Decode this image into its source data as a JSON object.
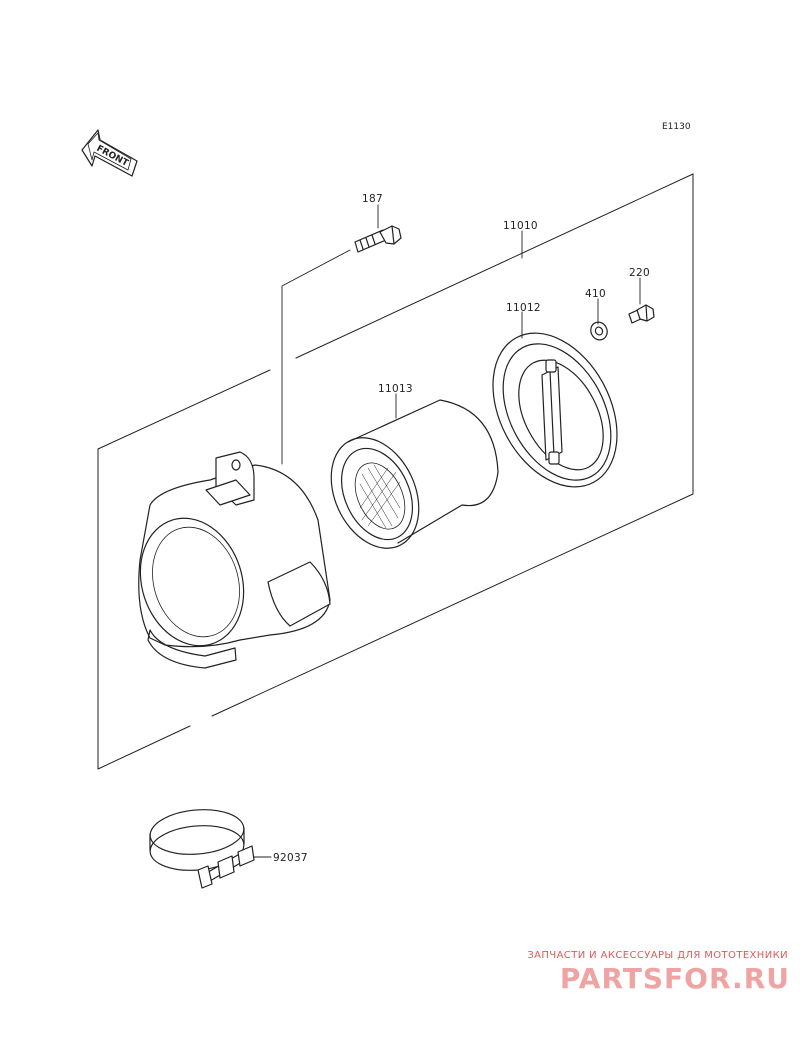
{
  "diagram_code": "E1130",
  "front_label": "FRONT",
  "parts": [
    {
      "id": "p187",
      "number": "187"
    },
    {
      "id": "p11010",
      "number": "11010"
    },
    {
      "id": "p11012",
      "number": "11012"
    },
    {
      "id": "p11013",
      "number": "11013"
    },
    {
      "id": "p410",
      "number": "410"
    },
    {
      "id": "p220",
      "number": "220"
    },
    {
      "id": "p92037",
      "number": "92037"
    }
  ],
  "watermark": {
    "tagline": "ЗАПЧАСТИ И АКСЕССУАРЫ ДЛЯ МОТОТЕХНИКИ",
    "logo": "PARTSFOR.RU"
  },
  "colors": {
    "line": "#222222",
    "watermark": "#e05a5a"
  }
}
